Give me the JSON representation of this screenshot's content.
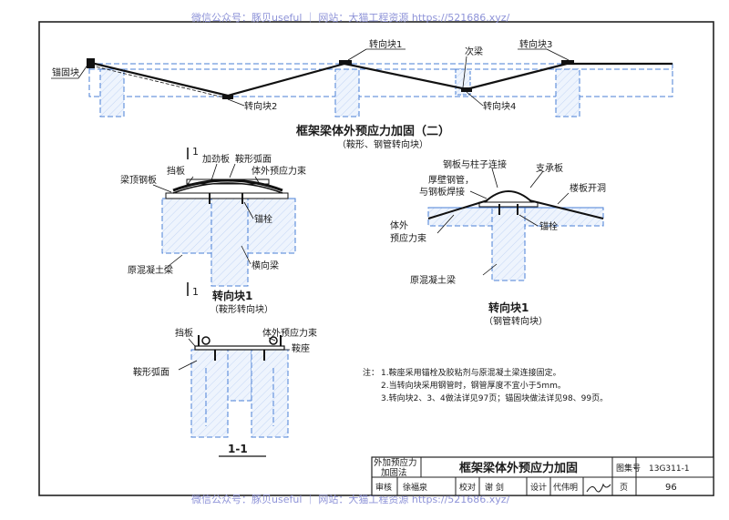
{
  "watermark_top": "微信公众号：豚贝useful ｜ 网站：大猫工程资源 https://521686.xyz/",
  "watermark_bottom": "微信公众号：豚贝useful ｜ 网站：大猫工程资源 https://521686.xyz/",
  "colors": {
    "concrete_line": "#4a7fd6",
    "concrete_fill": "#e6f0fc",
    "watermark": "#8e93d8",
    "ink": "#1a1a1a"
  },
  "elevation": {
    "label_anchor": "锚固块",
    "label_block1": "转向块1",
    "label_secondary_beam": "次梁",
    "label_block3": "转向块3",
    "label_block2": "转向块2",
    "label_block4": "转向块4",
    "title": "框架梁体外预应力加固（二）",
    "subtitle": "（鞍形、钢管转向块）"
  },
  "detail_saddle": {
    "cut_mark_top": "1",
    "cut_mark_bottom": "1",
    "label_stiffener": "加劲板",
    "label_saddle_arc_top": "鞍形弧面",
    "label_baffle": "挡板",
    "label_tendon": "体外预应力束",
    "label_beam_top_plate": "梁顶钢板",
    "label_anchor_bolt": "锚栓",
    "label_cross_beam": "横向梁",
    "label_orig_beam": "原混凝土梁",
    "title": "转向块1",
    "subtitle": "（鞍形转向块）"
  },
  "detail_pipe": {
    "label_plate_column": "钢板与柱子连接",
    "label_support_plate": "支承板",
    "label_thick_pipe": "厚壁钢管，",
    "label_weld_plate": "与钢板焊接",
    "label_slab_hole": "楼板开洞",
    "label_external": "体外",
    "label_tendon": "预应力束",
    "label_anchor_bolt": "锚栓",
    "label_orig_beam": "原混凝土梁",
    "title": "转向块1",
    "subtitle": "（钢管转向块）"
  },
  "section_11": {
    "label_baffle": "挡板",
    "label_tendon": "体外预应力束",
    "label_saddle_seat": "鞍座",
    "label_saddle_arc": "鞍形弧面",
    "title": "1-1"
  },
  "notes": {
    "prefix": "注：",
    "items": [
      "1.鞍座采用锚栓及胶粘剂与原混凝土梁连接固定。",
      "2.当转向块采用钢管时，钢管厚度不宜小于5mm。",
      "3.转向块2、3、4做法详见97页；锚固块做法详见98、99页。"
    ]
  },
  "title_block": {
    "category_line1": "外加预应力",
    "category_line2": "加固法",
    "drawing_title": "框架梁体外预应力加固",
    "atlas_label": "图集号",
    "atlas_no": "13G311-1",
    "review_label": "审核",
    "reviewer": "徐福泉",
    "check_label": "校对",
    "checker": "谢 剑",
    "design_label": "设计",
    "designer": "代伟明",
    "page_label": "页",
    "page_no": "96"
  }
}
